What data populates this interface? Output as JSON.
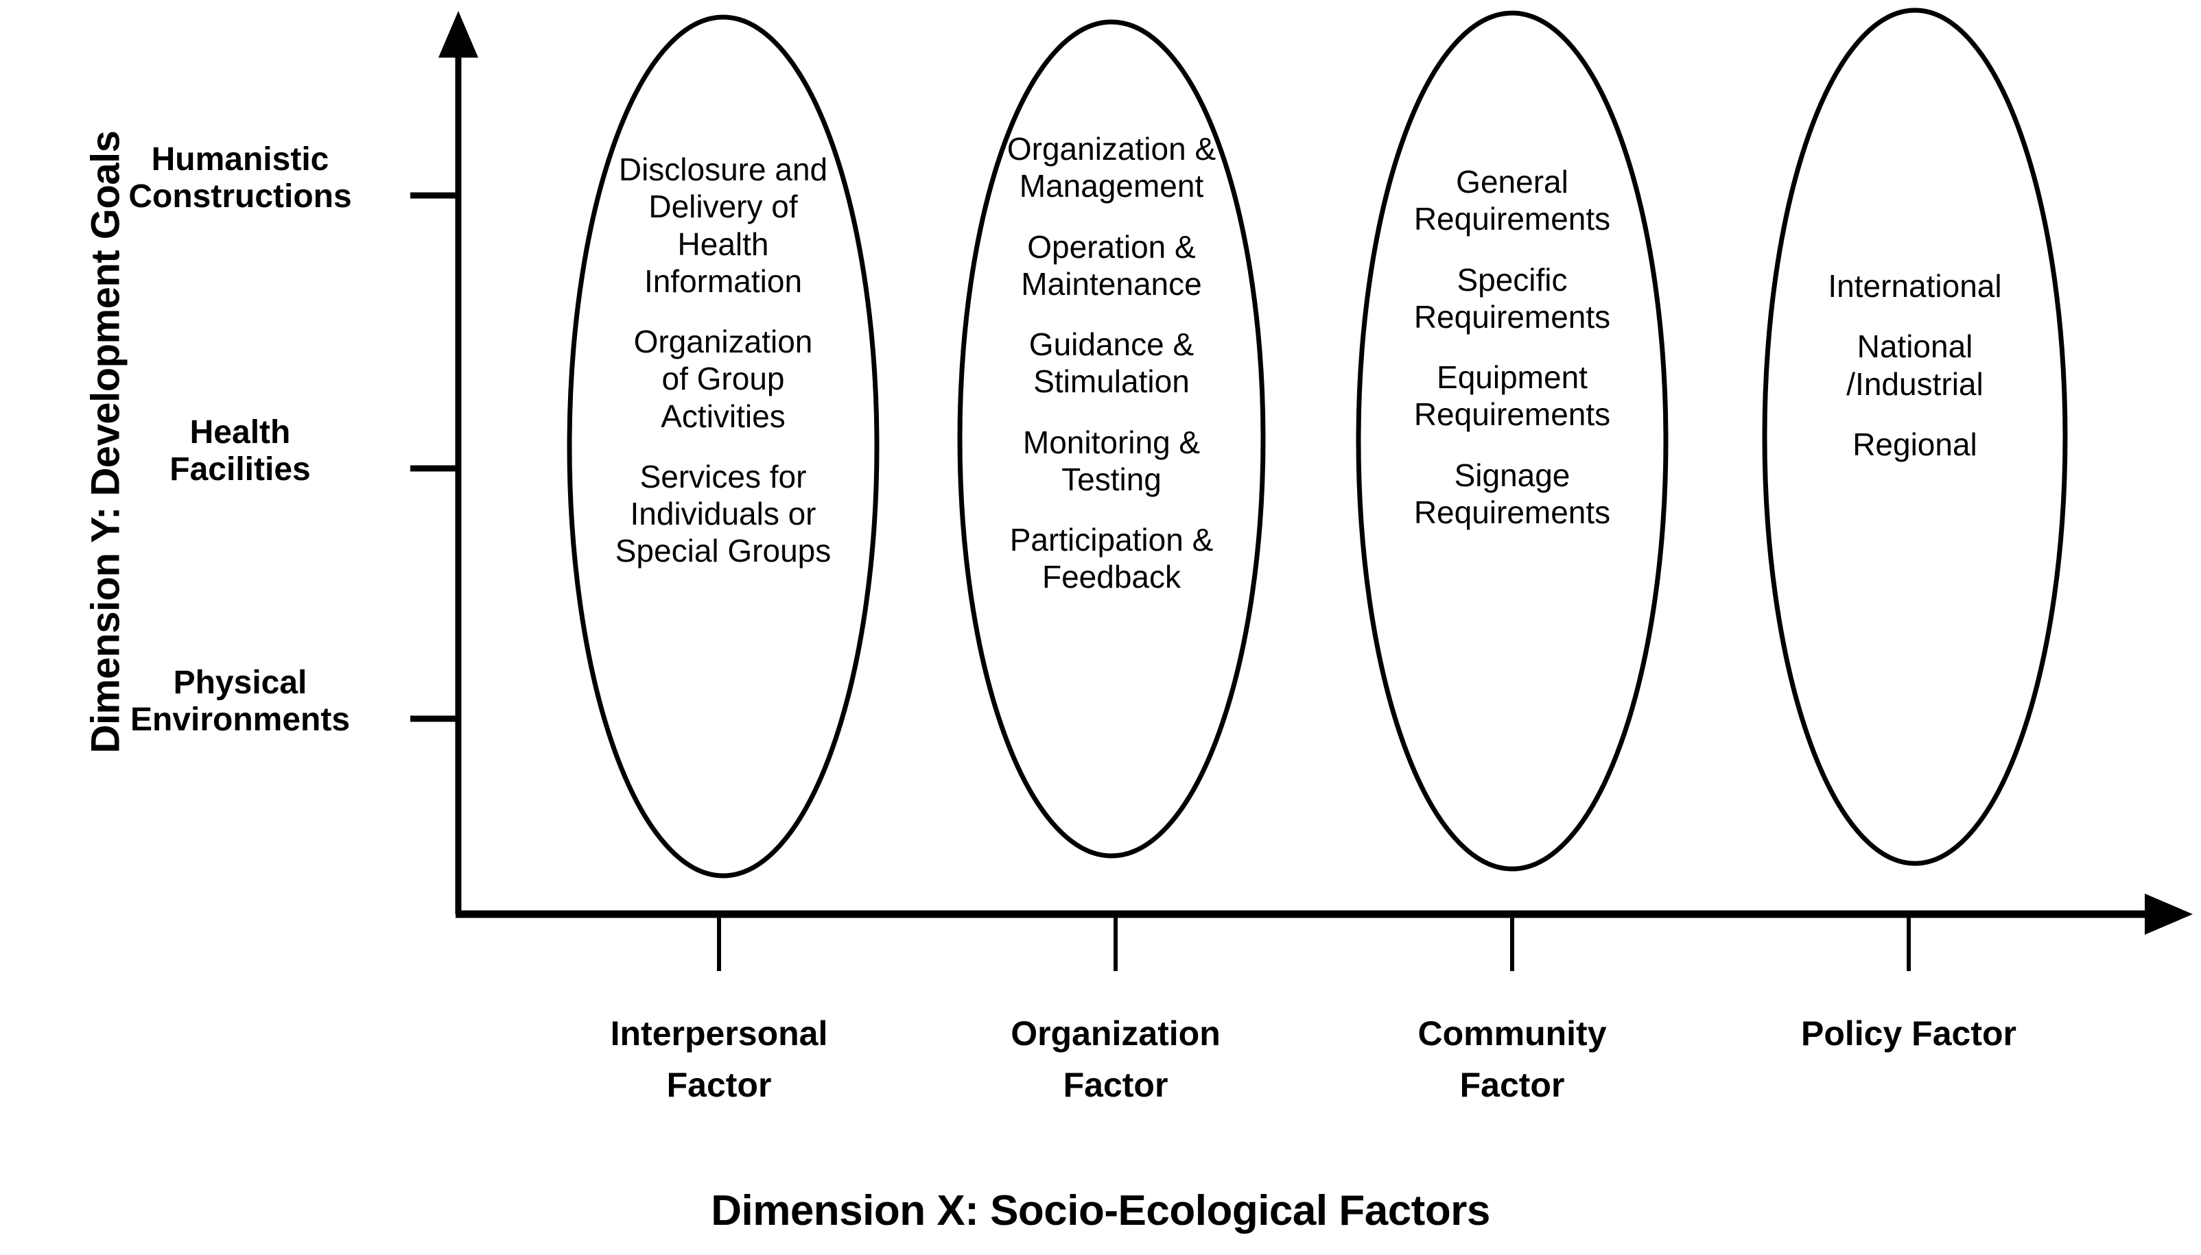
{
  "axes": {
    "y_title": "Dimension Y: Development Goals",
    "x_title": "Dimension X: Socio-Ecological Factors",
    "y_ticks": [
      {
        "line1": "Humanistic",
        "line2": "Constructions"
      },
      {
        "line1": "Health",
        "line2": "Facilities"
      },
      {
        "line1": "Physical",
        "line2": "Environments"
      }
    ],
    "x_ticks": [
      {
        "line1": "Interpersonal",
        "line2": "Factor"
      },
      {
        "line1": "Organization",
        "line2": "Factor"
      },
      {
        "line1": "Community",
        "line2": "Factor"
      },
      {
        "line1": "Policy Factor",
        "line2": ""
      }
    ]
  },
  "ellipses": [
    {
      "name": "interpersonal-factor",
      "items": [
        "Disclosure and\nDelivery of\nHealth\nInformation",
        "Organization\nof Group\nActivities",
        "Services for\nIndividuals or\nSpecial Groups"
      ]
    },
    {
      "name": "organization-factor",
      "items": [
        "Organization &\nManagement",
        "Operation &\nMaintenance",
        "Guidance &\nStimulation",
        "Monitoring &\nTesting",
        "Participation &\nFeedback"
      ]
    },
    {
      "name": "community-factor",
      "items": [
        "General\nRequirements",
        "Specific\nRequirements",
        "Equipment\nRequirements",
        "Signage\nRequirements"
      ]
    },
    {
      "name": "policy-factor",
      "items": [
        "International",
        "National\n/Industrial",
        "Regional"
      ]
    }
  ],
  "colors": {
    "stroke": "#000000",
    "background": "#ffffff"
  },
  "chart_data": {
    "type": "diagram",
    "title": "",
    "xlabel": "Dimension X: Socio-Ecological Factors",
    "ylabel": "Dimension Y: Development Goals",
    "x_categories": [
      "Interpersonal Factor",
      "Organization Factor",
      "Community Factor",
      "Policy Factor"
    ],
    "y_categories": [
      "Humanistic Constructions",
      "Health Facilities",
      "Physical Environments"
    ],
    "groups": [
      {
        "category": "Interpersonal Factor",
        "members": [
          "Disclosure and Delivery of Health Information",
          "Organization of Group Activities",
          "Services for Individuals or Special Groups"
        ]
      },
      {
        "category": "Organization Factor",
        "members": [
          "Organization & Management",
          "Operation & Maintenance",
          "Guidance & Stimulation",
          "Monitoring & Testing",
          "Participation & Feedback"
        ]
      },
      {
        "category": "Community Factor",
        "members": [
          "General Requirements",
          "Specific Requirements",
          "Equipment Requirements",
          "Signage Requirements"
        ]
      },
      {
        "category": "Policy Factor",
        "members": [
          "International",
          "National /Industrial",
          "Regional"
        ]
      }
    ],
    "grid": false,
    "legend": "none"
  }
}
